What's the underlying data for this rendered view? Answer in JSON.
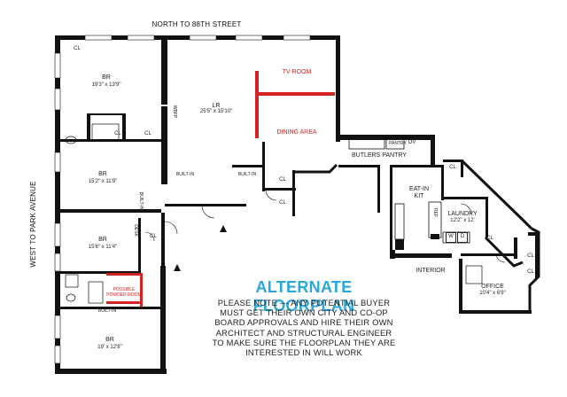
{
  "orientation": {
    "north": "NORTH TO 88TH STREET",
    "west": "WEST TO PARK AVENUE"
  },
  "rooms": {
    "br1": {
      "name": "BR",
      "dims": "19'3\" x 13'9\""
    },
    "br2": {
      "name": "BR",
      "dims": "15'2\" x 11'9\""
    },
    "br3": {
      "name": "BR",
      "dims": "15'6\" x 11'4\""
    },
    "br4": {
      "name": "BR",
      "dims": "19' x 12'8\""
    },
    "lr": {
      "name": "LR",
      "dims": "25'5\" x 15'10\""
    },
    "tv_room": {
      "name": "TV ROOM"
    },
    "dining": {
      "name": "DINING AREA"
    },
    "butlers_pantry": {
      "name": "BUTLERS PANTRY"
    },
    "kitchen": {
      "name": "EAT-IN",
      "name2": "KIT"
    },
    "laundry": {
      "name": "LAUNDRY",
      "dims": "12'2\" x 12'"
    },
    "office": {
      "name": "OFFICE",
      "dims": "10'4\" x 6'9\""
    },
    "powder": {
      "line1": "POSSIBLE",
      "line2": "POWDER ROOM"
    }
  },
  "labels": {
    "cl": "CL",
    "built_in": "BUILT-IN",
    "wbfp": "WBFP",
    "desk": "DESK",
    "pantry": "PANTRY",
    "ov": "OV",
    "ref": "REF",
    "w": "W",
    "d": "D",
    "interior": "INTERIOR"
  },
  "alternate": {
    "title": "ALTERNATE FLOORPLAN",
    "lines": [
      "PLEASE NOTE --- ANY POTENTIAL BUYER",
      "MUST GET THEIR OWN CITY AND CO-OP",
      "BOARD APPROVALS AND HIRE THEIR OWN",
      "ARCHITECT AND STRUCTURAL ENGINEER",
      "TO MAKE SURE THE FLOORPLAN THEY ARE",
      "INTERESTED IN WILL WORK"
    ]
  },
  "colors": {
    "wall": "#111111",
    "accent_red": "#d42323",
    "title_blue": "#2aa6dc"
  }
}
